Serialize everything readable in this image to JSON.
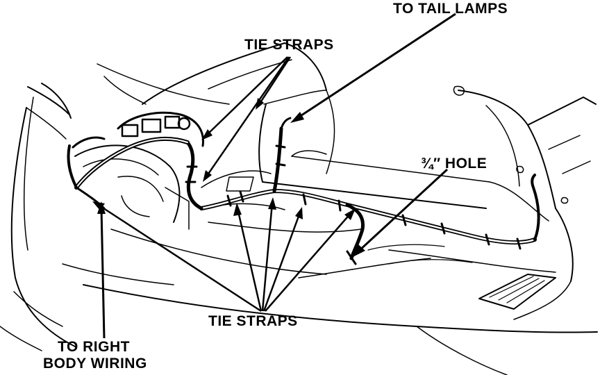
{
  "labels": {
    "to_tail_lamps": "TO TAIL LAMPS",
    "tie_straps_top": "TIE STRAPS",
    "hole": "¾″ HOLE",
    "tie_straps_bottom": "TIE STRAPS",
    "to_right_body_wiring_line1": "TO RIGHT",
    "to_right_body_wiring_line2": "BODY WIRING"
  },
  "colors": {
    "ink": "#000000",
    "paper": "#ffffff"
  }
}
